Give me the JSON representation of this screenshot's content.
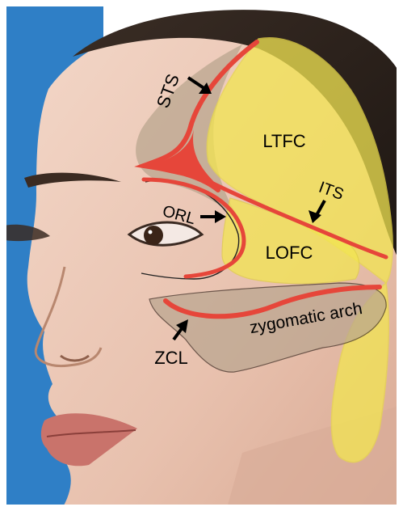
{
  "labels": {
    "sts": "STS",
    "ltfc": "LTFC",
    "its": "ITS",
    "orl": "ORL",
    "lofc": "LOFC",
    "zygomatic_arch": "zygomatic arch",
    "zcl": "ZCL"
  },
  "colors": {
    "yellow_region": "#f2e552",
    "grey_region": "#b9a58f",
    "ligament_red": "#e6463a",
    "background_blue": "#2f7fc6"
  }
}
